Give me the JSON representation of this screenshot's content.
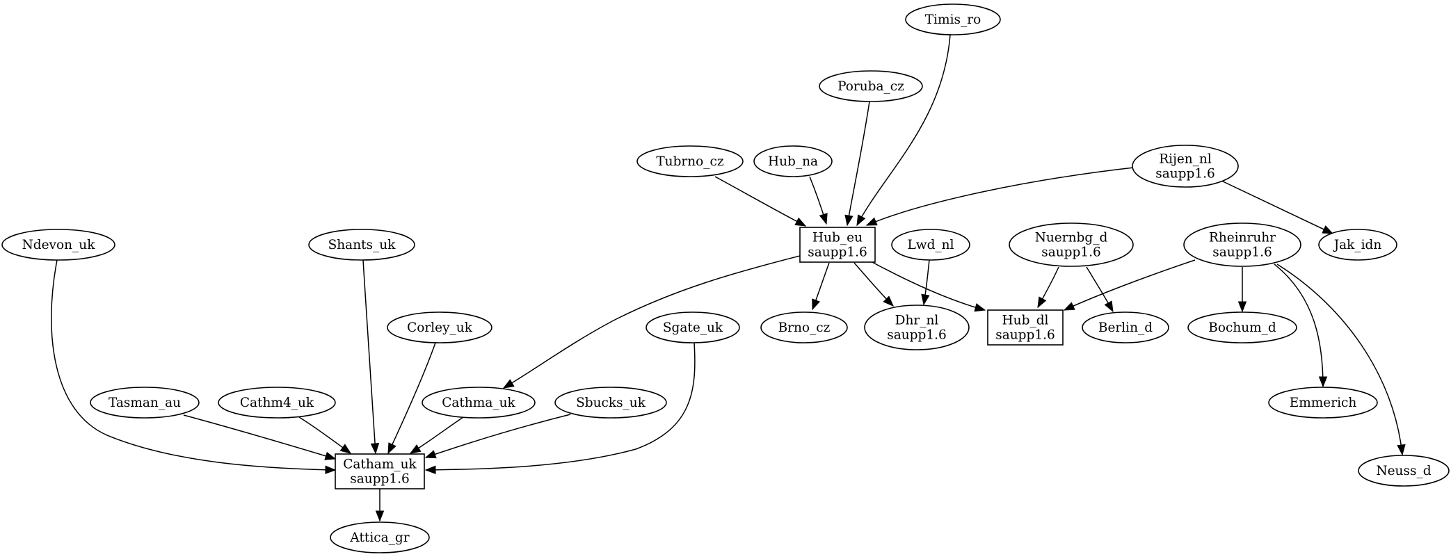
{
  "colors": {
    "background": "#ffffff",
    "stroke": "#000000",
    "text": "#000000"
  },
  "nodes": [
    {
      "id": "timis_ro",
      "lines": [
        "Timis_ro"
      ],
      "shape": "ellipse"
    },
    {
      "id": "poruba_cz",
      "lines": [
        "Poruba_cz"
      ],
      "shape": "ellipse"
    },
    {
      "id": "tubrno_cz",
      "lines": [
        "Tubrno_cz"
      ],
      "shape": "ellipse"
    },
    {
      "id": "hub_na",
      "lines": [
        "Hub_na"
      ],
      "shape": "ellipse"
    },
    {
      "id": "rijen_nl",
      "lines": [
        "Rijen_nl",
        "saupp1.6"
      ],
      "shape": "ellipse"
    },
    {
      "id": "hub_eu",
      "lines": [
        "Hub_eu",
        "saupp1.6"
      ],
      "shape": "box"
    },
    {
      "id": "lwd_nl",
      "lines": [
        "Lwd_nl"
      ],
      "shape": "ellipse"
    },
    {
      "id": "nuernbg_d",
      "lines": [
        "Nuernbg_d",
        "saupp1.6"
      ],
      "shape": "ellipse"
    },
    {
      "id": "rheinruhr",
      "lines": [
        "Rheinruhr",
        "saupp1.6"
      ],
      "shape": "ellipse"
    },
    {
      "id": "jak_idn",
      "lines": [
        "Jak_idn"
      ],
      "shape": "ellipse"
    },
    {
      "id": "ndevon_uk",
      "lines": [
        "Ndevon_uk"
      ],
      "shape": "ellipse"
    },
    {
      "id": "shants_uk",
      "lines": [
        "Shants_uk"
      ],
      "shape": "ellipse"
    },
    {
      "id": "corley_uk",
      "lines": [
        "Corley_uk"
      ],
      "shape": "ellipse"
    },
    {
      "id": "sgate_uk",
      "lines": [
        "Sgate_uk"
      ],
      "shape": "ellipse"
    },
    {
      "id": "brno_cz",
      "lines": [
        "Brno_cz"
      ],
      "shape": "ellipse"
    },
    {
      "id": "dhr_nl",
      "lines": [
        "Dhr_nl",
        "saupp1.6"
      ],
      "shape": "ellipse"
    },
    {
      "id": "hub_dl",
      "lines": [
        "Hub_dl",
        "saupp1.6"
      ],
      "shape": "box"
    },
    {
      "id": "berlin_d",
      "lines": [
        "Berlin_d"
      ],
      "shape": "ellipse"
    },
    {
      "id": "bochum_d",
      "lines": [
        "Bochum_d"
      ],
      "shape": "ellipse"
    },
    {
      "id": "tasman_au",
      "lines": [
        "Tasman_au"
      ],
      "shape": "ellipse"
    },
    {
      "id": "cathm4_uk",
      "lines": [
        "Cathm4_uk"
      ],
      "shape": "ellipse"
    },
    {
      "id": "cathma_uk",
      "lines": [
        "Cathma_uk"
      ],
      "shape": "ellipse"
    },
    {
      "id": "sbucks_uk",
      "lines": [
        "Sbucks_uk"
      ],
      "shape": "ellipse"
    },
    {
      "id": "emmerich",
      "lines": [
        "Emmerich"
      ],
      "shape": "ellipse"
    },
    {
      "id": "catham_uk",
      "lines": [
        "Catham_uk",
        "saupp1.6"
      ],
      "shape": "box"
    },
    {
      "id": "neuss_d",
      "lines": [
        "Neuss_d"
      ],
      "shape": "ellipse"
    },
    {
      "id": "attica_gr",
      "lines": [
        "Attica_gr"
      ],
      "shape": "ellipse"
    }
  ],
  "edges": [
    {
      "from": "timis_ro",
      "to": "hub_eu"
    },
    {
      "from": "poruba_cz",
      "to": "hub_eu"
    },
    {
      "from": "tubrno_cz",
      "to": "hub_eu"
    },
    {
      "from": "hub_na",
      "to": "hub_eu"
    },
    {
      "from": "rijen_nl",
      "to": "hub_eu"
    },
    {
      "from": "rijen_nl",
      "to": "jak_idn"
    },
    {
      "from": "hub_eu",
      "to": "brno_cz"
    },
    {
      "from": "hub_eu",
      "to": "dhr_nl"
    },
    {
      "from": "hub_eu",
      "to": "hub_dl"
    },
    {
      "from": "hub_eu",
      "to": "cathma_uk"
    },
    {
      "from": "lwd_nl",
      "to": "dhr_nl"
    },
    {
      "from": "nuernbg_d",
      "to": "hub_dl"
    },
    {
      "from": "nuernbg_d",
      "to": "berlin_d"
    },
    {
      "from": "rheinruhr",
      "to": "hub_dl"
    },
    {
      "from": "rheinruhr",
      "to": "bochum_d"
    },
    {
      "from": "rheinruhr",
      "to": "emmerich"
    },
    {
      "from": "rheinruhr",
      "to": "neuss_d"
    },
    {
      "from": "ndevon_uk",
      "to": "catham_uk"
    },
    {
      "from": "shants_uk",
      "to": "catham_uk"
    },
    {
      "from": "corley_uk",
      "to": "catham_uk"
    },
    {
      "from": "sgate_uk",
      "to": "catham_uk"
    },
    {
      "from": "tasman_au",
      "to": "catham_uk"
    },
    {
      "from": "cathm4_uk",
      "to": "catham_uk"
    },
    {
      "from": "cathma_uk",
      "to": "catham_uk"
    },
    {
      "from": "sbucks_uk",
      "to": "catham_uk"
    },
    {
      "from": "catham_uk",
      "to": "attica_gr"
    }
  ]
}
